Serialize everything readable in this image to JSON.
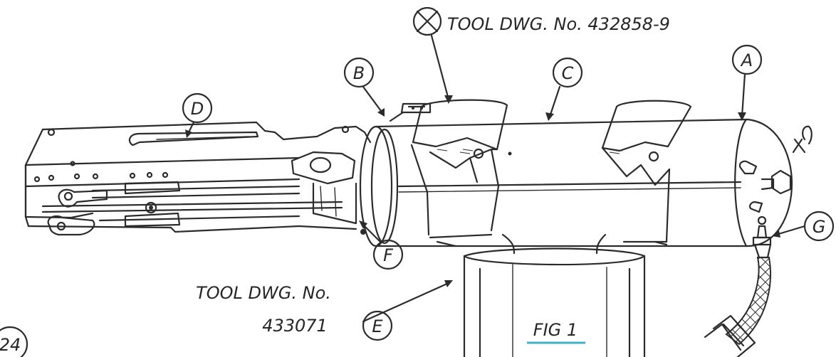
{
  "figure": {
    "dwg_top": "TOOL DWG. No. 432858-9",
    "dwg_left_line1": "TOOL DWG. No.",
    "dwg_left_line2": "433071",
    "fig_caption": "FIG 1",
    "page_number": "24"
  },
  "callouts": {
    "A": "A",
    "B": "B",
    "C": "C",
    "D": "D",
    "E": "E",
    "F": "F",
    "G": "G",
    "X": "X"
  },
  "colors": {
    "ink": "#2b2b2b",
    "paper": "#ffffff",
    "caption_mark": "#3fb0c8"
  }
}
